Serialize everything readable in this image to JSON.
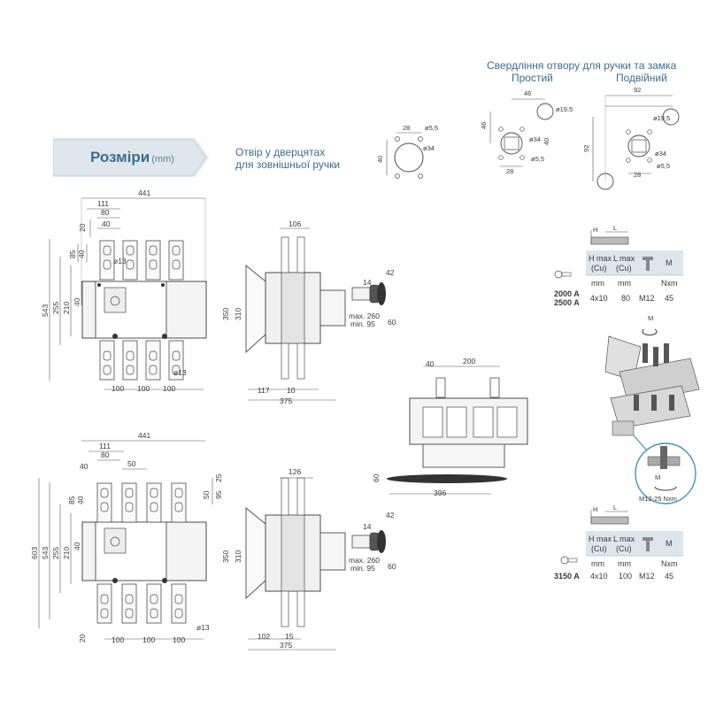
{
  "banner": {
    "title": "Розміри",
    "unit": "(mm)"
  },
  "door_hole_title": [
    "Отвір у дверцятах",
    "для зовнішньої ручки"
  ],
  "drill_title": "Свердління отвору для ручки та замка",
  "drill_simple": "Простий",
  "drill_double": "Подвійний",
  "dims": {
    "d441": "441",
    "d111": "111",
    "d80": "80",
    "d40": "40",
    "d20": "20",
    "d85": "85",
    "d543": "543",
    "d255": "255",
    "d210": "210",
    "d100": "100",
    "d13": "ø13",
    "d106": "106",
    "d350": "350",
    "d310": "310",
    "d117": "117",
    "d10": "10",
    "d375": "375",
    "d42": "42",
    "d14": "14",
    "d60": "60",
    "maxmin": [
      "max. 260",
      "min. 95"
    ],
    "d200": "200",
    "d396": "396",
    "d50": "50",
    "d25": "25",
    "d95": "95",
    "d603": "603",
    "d126": "126",
    "d102": "102",
    "d15": "15",
    "d28": "28",
    "d5_5": "ø5,5",
    "d34": "ø34",
    "d46": "46",
    "d19_5": "ø19,5",
    "d92": "92",
    "d12_25": "M12-25 Nxm",
    "dM": "M"
  },
  "table1": {
    "headers": [
      [
        "H max",
        "(Cu)"
      ],
      [
        "L max",
        "(Cu)"
      ],
      [
        "",
        ""
      ],
      [
        "M",
        ""
      ]
    ],
    "units": [
      "mm",
      "mm",
      "",
      "Nxm"
    ],
    "rows": [
      {
        "label": [
          "2000 A",
          "2500 A"
        ],
        "values": [
          "4x10",
          "80",
          "M12",
          "45"
        ]
      }
    ]
  },
  "table2": {
    "headers": [
      [
        "H max",
        "(Cu)"
      ],
      [
        "L max",
        "(Cu)"
      ],
      [
        "",
        ""
      ],
      [
        "M",
        ""
      ]
    ],
    "units": [
      "mm",
      "mm",
      "",
      "Nxm"
    ],
    "rows": [
      {
        "label": [
          "3150 A"
        ],
        "values": [
          "4x10",
          "100",
          "M12",
          "45"
        ]
      }
    ]
  },
  "diagram_labels": {
    "H": "H",
    "L": "L"
  },
  "colors": {
    "accent": "#3c6d8c",
    "line": "#4a4a4a",
    "banner_bg": "#dfe7ed",
    "table_header": "#dde6ec"
  }
}
